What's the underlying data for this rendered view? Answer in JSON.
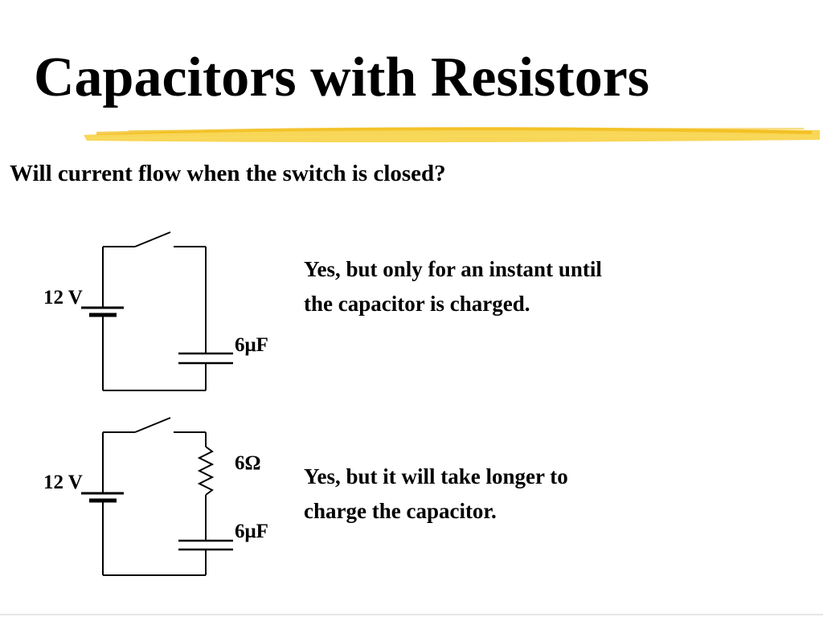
{
  "slide": {
    "title": "Capacitors with Resistors",
    "question": "Will current flow when the switch is closed?",
    "accent_color": "#f5c518"
  },
  "circuit_1": {
    "voltage_label": "12 V",
    "capacitor_label": "6μF",
    "answer_lines": [
      "Yes, but only for an instant until",
      "the capacitor is charged."
    ]
  },
  "circuit_2": {
    "voltage_label": "12 V",
    "resistor_label": "6Ω",
    "capacitor_label": "6μF",
    "answer_lines": [
      "Yes, but it will take longer to",
      "charge the capacitor."
    ]
  }
}
